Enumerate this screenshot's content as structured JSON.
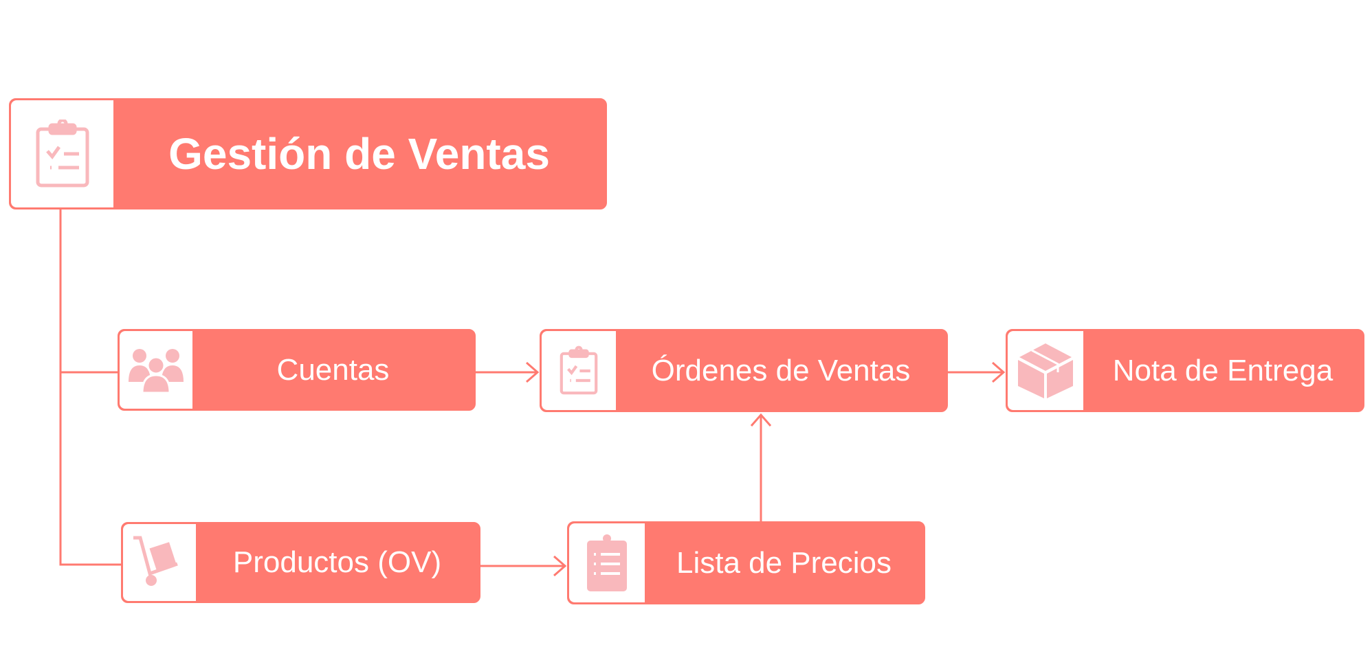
{
  "colors": {
    "accent": "#FF7A70",
    "icon": "#F9B8BC"
  },
  "nodes": {
    "root": {
      "label": "Gestión de Ventas",
      "icon": "clipboard-check-icon"
    },
    "cuentas": {
      "label": "Cuentas",
      "icon": "users-icon"
    },
    "ordenes": {
      "label": "Órdenes de Ventas",
      "icon": "clipboard-check-icon"
    },
    "nota": {
      "label": "Nota de Entrega",
      "icon": "box-icon"
    },
    "productos": {
      "label": "Productos (OV)",
      "icon": "hand-truck-icon"
    },
    "lista": {
      "label": "Lista de Precios",
      "icon": "clipboard-list-icon"
    }
  }
}
